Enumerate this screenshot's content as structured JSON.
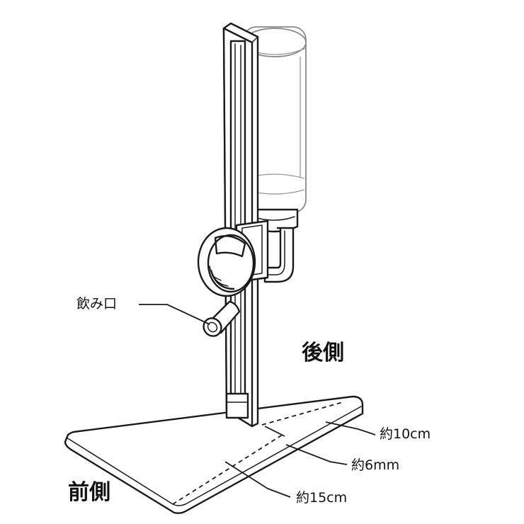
{
  "labels": {
    "nozzle": "飲み口",
    "back": "後側",
    "front": "前側",
    "width": "約10cm",
    "thickness": "約6mm",
    "depth": "約15cm"
  }
}
